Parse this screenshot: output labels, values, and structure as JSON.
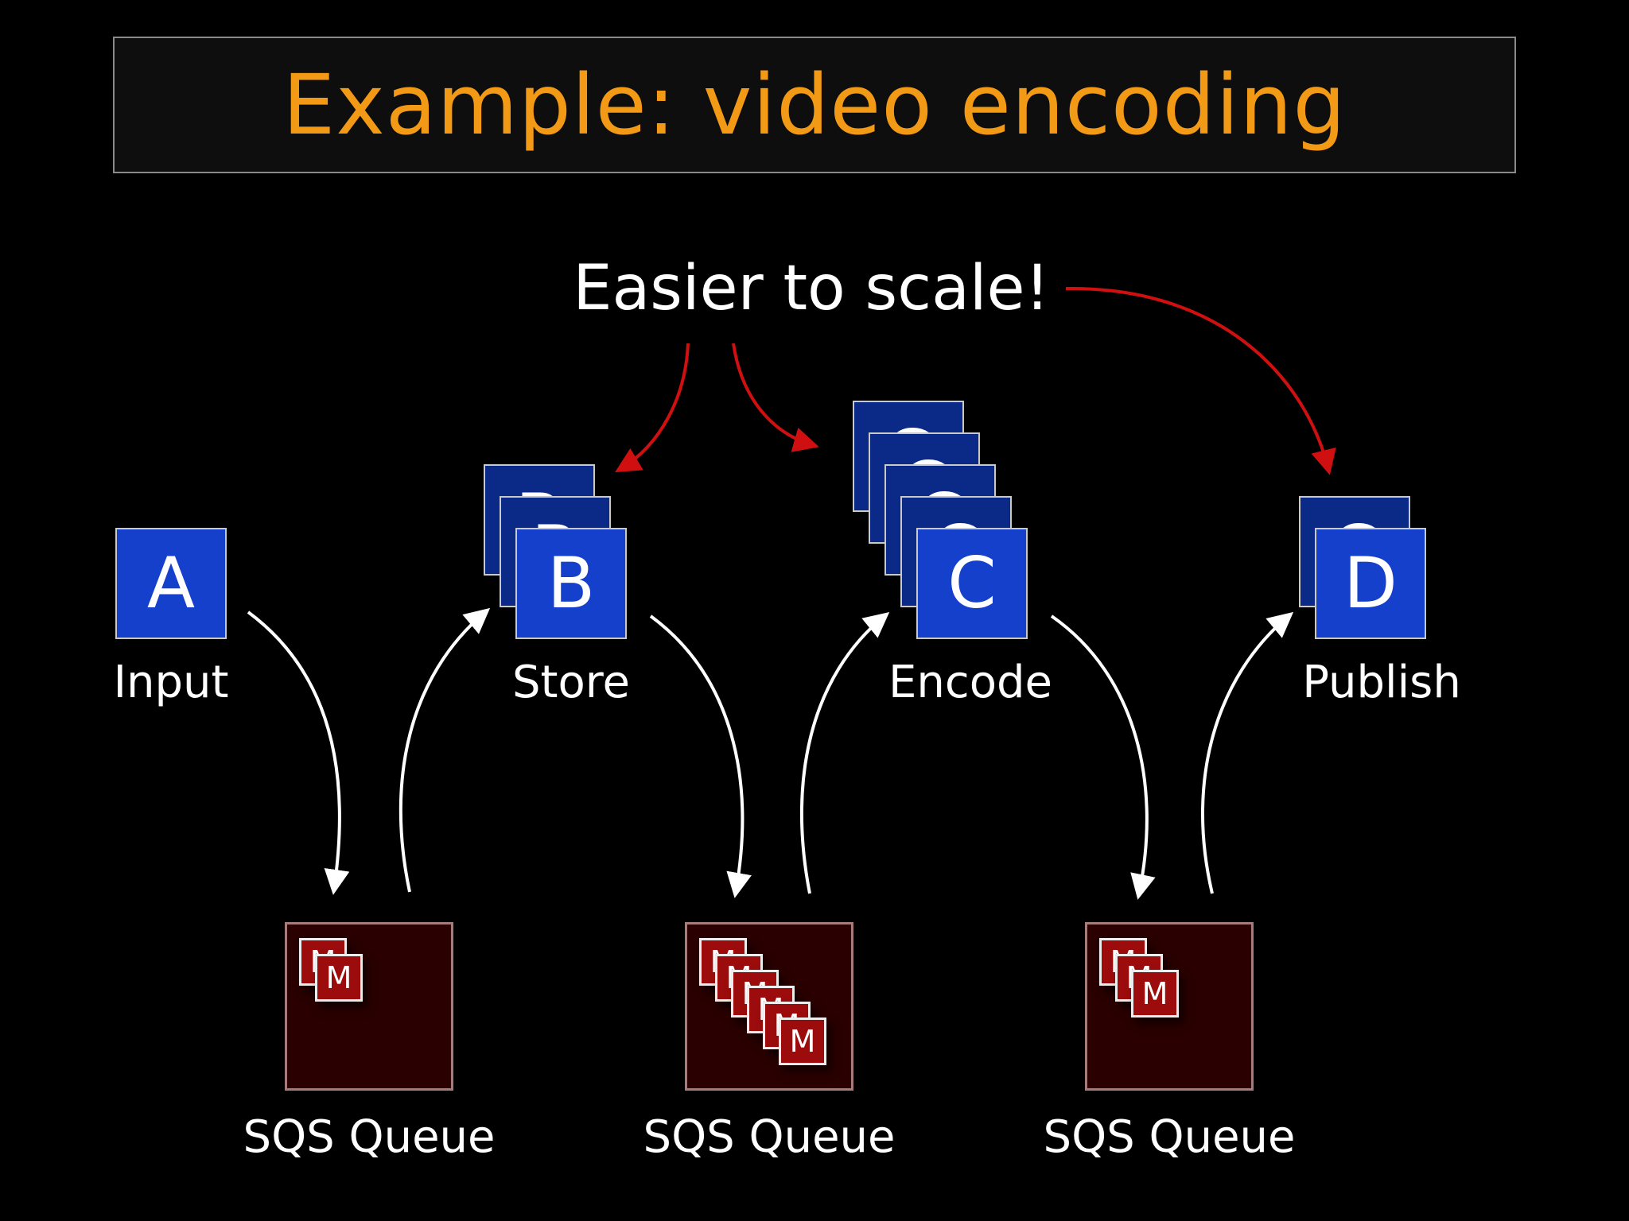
{
  "title": "Example: video encoding",
  "callout": "Easier to scale!",
  "stages": [
    {
      "label": "Input",
      "letters": [
        "A"
      ]
    },
    {
      "label": "Store",
      "letters": [
        "B",
        "B",
        "B"
      ]
    },
    {
      "label": "Encode",
      "letters": [
        "C",
        "C",
        "C",
        "C",
        "C"
      ]
    },
    {
      "label": "Publish",
      "letters": [
        "C",
        "D"
      ]
    }
  ],
  "queues": [
    {
      "label": "SQS Queue",
      "message_letter": "M",
      "message_count": 2
    },
    {
      "label": "SQS Queue",
      "message_letter": "M",
      "message_count": 6
    },
    {
      "label": "SQS Queue",
      "message_letter": "M",
      "message_count": 3
    }
  ],
  "colors": {
    "title": "#f29a16",
    "stage_box": "#1540cc",
    "queue_box": "#2a0000",
    "message": "#9c0c0c",
    "flow_arrow": "#ffffff",
    "scale_arrow": "#d01010"
  }
}
